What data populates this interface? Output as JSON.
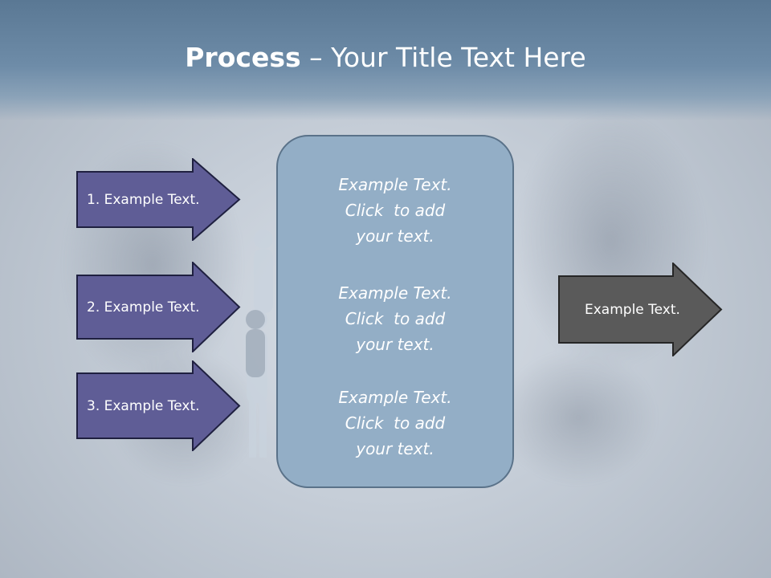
{
  "slide": {
    "title_bold": "Process",
    "title_rest": " – Your Title Text Here"
  },
  "left_arrows": [
    {
      "label": "1. Example Text."
    },
    {
      "label": "2. Example Text."
    },
    {
      "label": "3. Example Text."
    }
  ],
  "center_box": {
    "blocks": [
      {
        "line1": "Example Text.",
        "line2": "Click  to add",
        "line3": "your text."
      },
      {
        "line1": "Example Text.",
        "line2": "Click  to add",
        "line3": "your text."
      },
      {
        "line1": "Example Text.",
        "line2": "Click  to add",
        "line3": "your text."
      }
    ]
  },
  "right_arrow": {
    "label": "Example Text."
  },
  "colors": {
    "left_arrow_fill": "#5f5d96",
    "right_arrow_fill": "#5a5a5a",
    "center_box_fill": "#93aec6",
    "header": "#6a88a4"
  }
}
